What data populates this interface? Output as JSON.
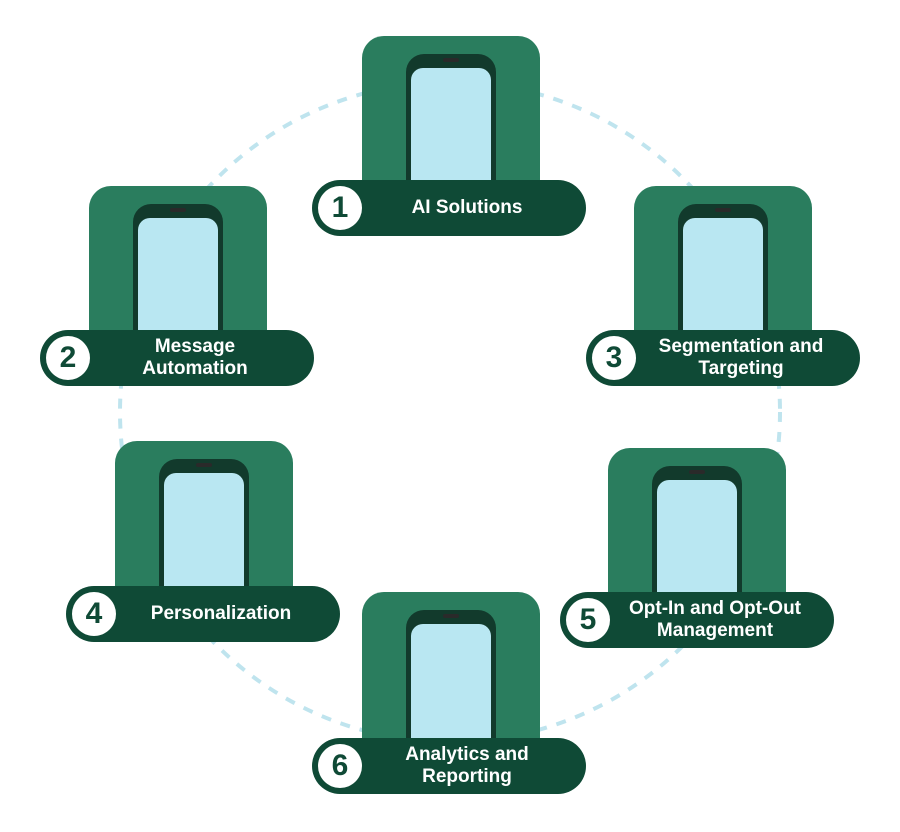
{
  "colors": {
    "card": "#2a7d5e",
    "pill": "#0f4a36",
    "screen": "#b9e7f2",
    "ring": "#bfe4ee",
    "number_bg": "#ffffff"
  },
  "steps": [
    {
      "number": "1",
      "label": "AI Solutions",
      "icon": "smartphone-icon"
    },
    {
      "number": "2",
      "label": "Message Automation",
      "icon": "smartphone-icon"
    },
    {
      "number": "3",
      "label": "Segmentation and Targeting",
      "icon": "smartphone-icon"
    },
    {
      "number": "4",
      "label": "Personalization",
      "icon": "smartphone-icon"
    },
    {
      "number": "5",
      "label": "Opt-In and Opt-Out Management",
      "icon": "smartphone-icon"
    },
    {
      "number": "6",
      "label": "Analytics and Reporting",
      "icon": "smartphone-icon"
    }
  ]
}
